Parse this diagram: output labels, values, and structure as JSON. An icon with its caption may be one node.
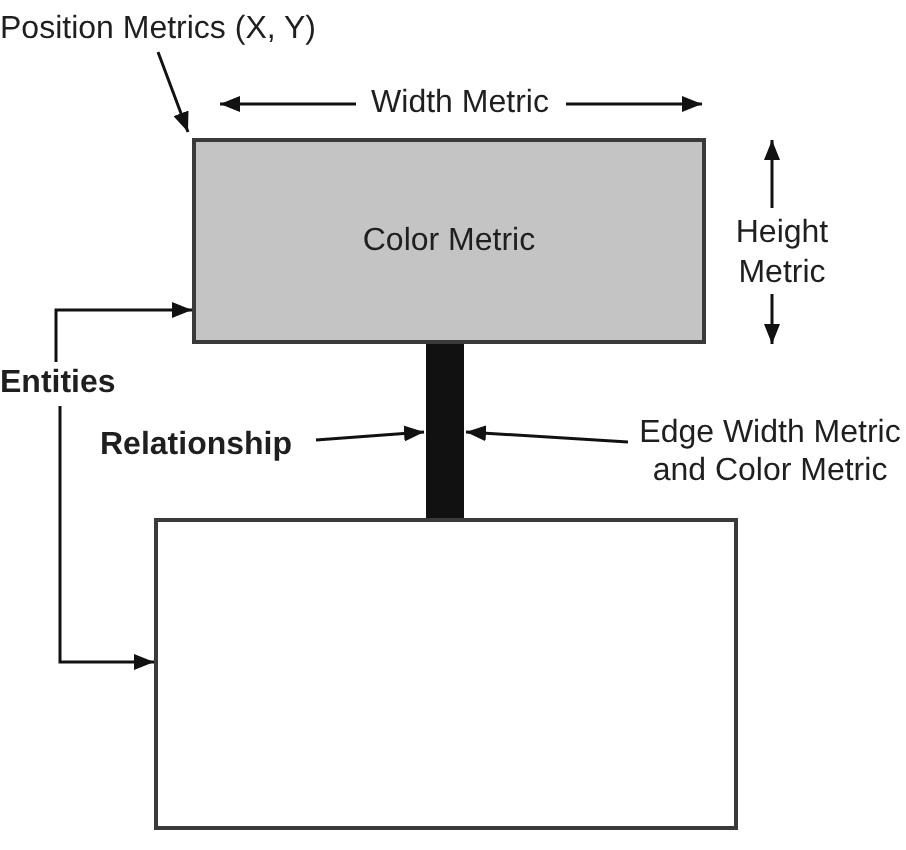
{
  "diagram": {
    "nodes": [
      {
        "text": [
          "Color Metric"
        ]
      },
      {
        "text": [],
        "shape": "box"
      },
      {
        "text": [
          "Position Metrics (X, Y)"
        ]
      },
      {
        "text": [
          "Entities"
        ]
      },
      {
        "text": [
          "Relationship"
        ]
      },
      {
        "text": [
          "Edge Width Metric and Color Metric"
        ]
      }
    ],
    "edges": [
      {
        "from": 2,
        "to": 0,
        "arrow": "to"
      },
      {
        "from": 3,
        "to": 0,
        "arrow": "to"
      },
      {
        "from": 3,
        "to": 1,
        "arrow": "to"
      },
      {
        "from": 0,
        "to": 1,
        "arrow": "none",
        "style": "thick"
      },
      {
        "from": 4,
        "to": null,
        "arrow": "to"
      },
      {
        "from": 5,
        "to": null,
        "arrow": "to"
      }
    ],
    "labels": [
      "Width Metric",
      "Height Metric"
    ]
  }
}
